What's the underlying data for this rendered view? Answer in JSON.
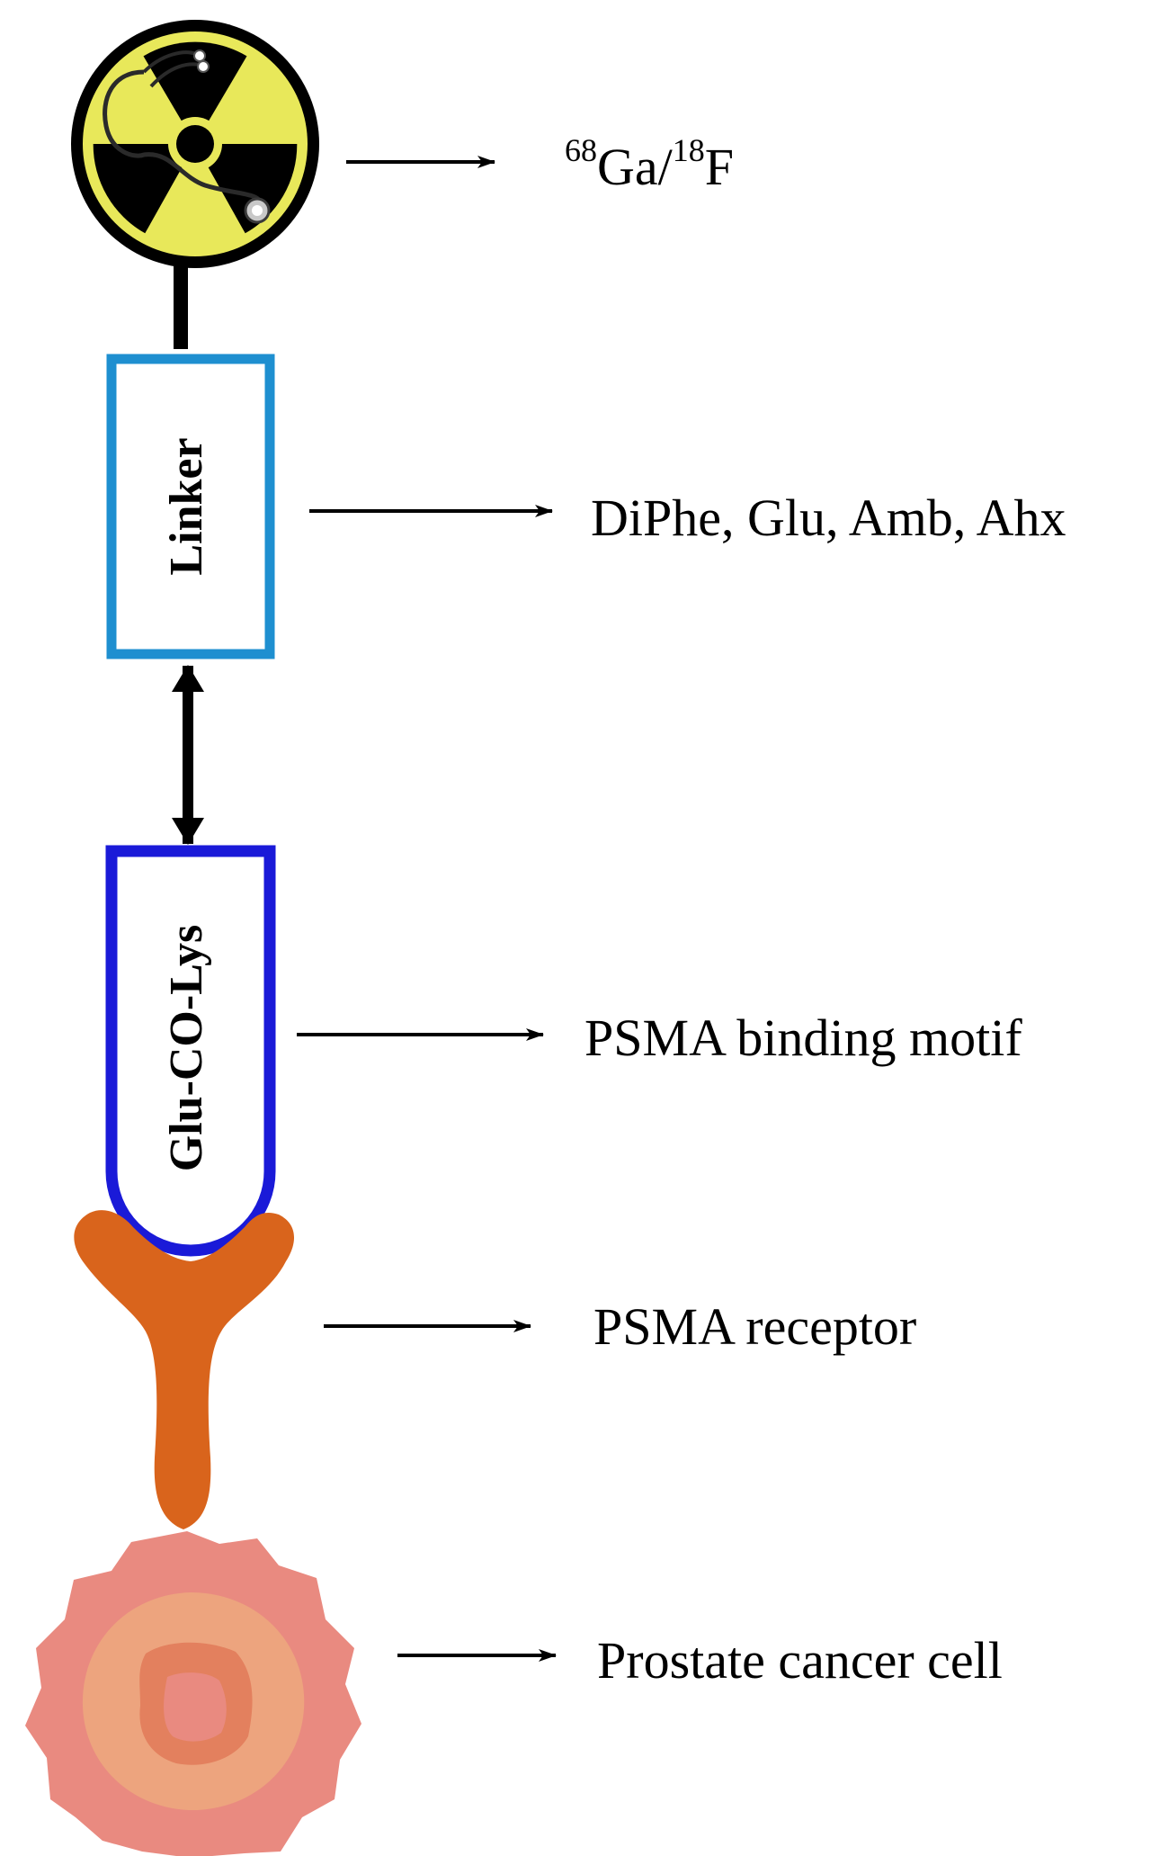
{
  "radionuclide": {
    "mass_a": "68",
    "elem_a": "Ga",
    "sep": "/",
    "mass_b": "18",
    "elem_b": "F"
  },
  "linker": {
    "box_label": "Linker",
    "description": "DiPhe, Glu, Amb, Ahx"
  },
  "binding_motif": {
    "box_label": "Glu-CO-Lys",
    "description": "PSMA binding motif"
  },
  "receptor": {
    "description": "PSMA receptor"
  },
  "cell": {
    "description": "Prostate cancer cell"
  },
  "colors": {
    "hazard_yellow": "#e8e85a",
    "linker_border": "#1e8fd0",
    "motif_border": "#1a1ad8",
    "receptor": "#d9641c",
    "cell_outer": "#e98a80",
    "cell_ring": "#eda47e",
    "cell_nucleus": "#e3805e"
  },
  "icons": [
    "radiation-hazard-icon",
    "stethoscope-icon"
  ]
}
